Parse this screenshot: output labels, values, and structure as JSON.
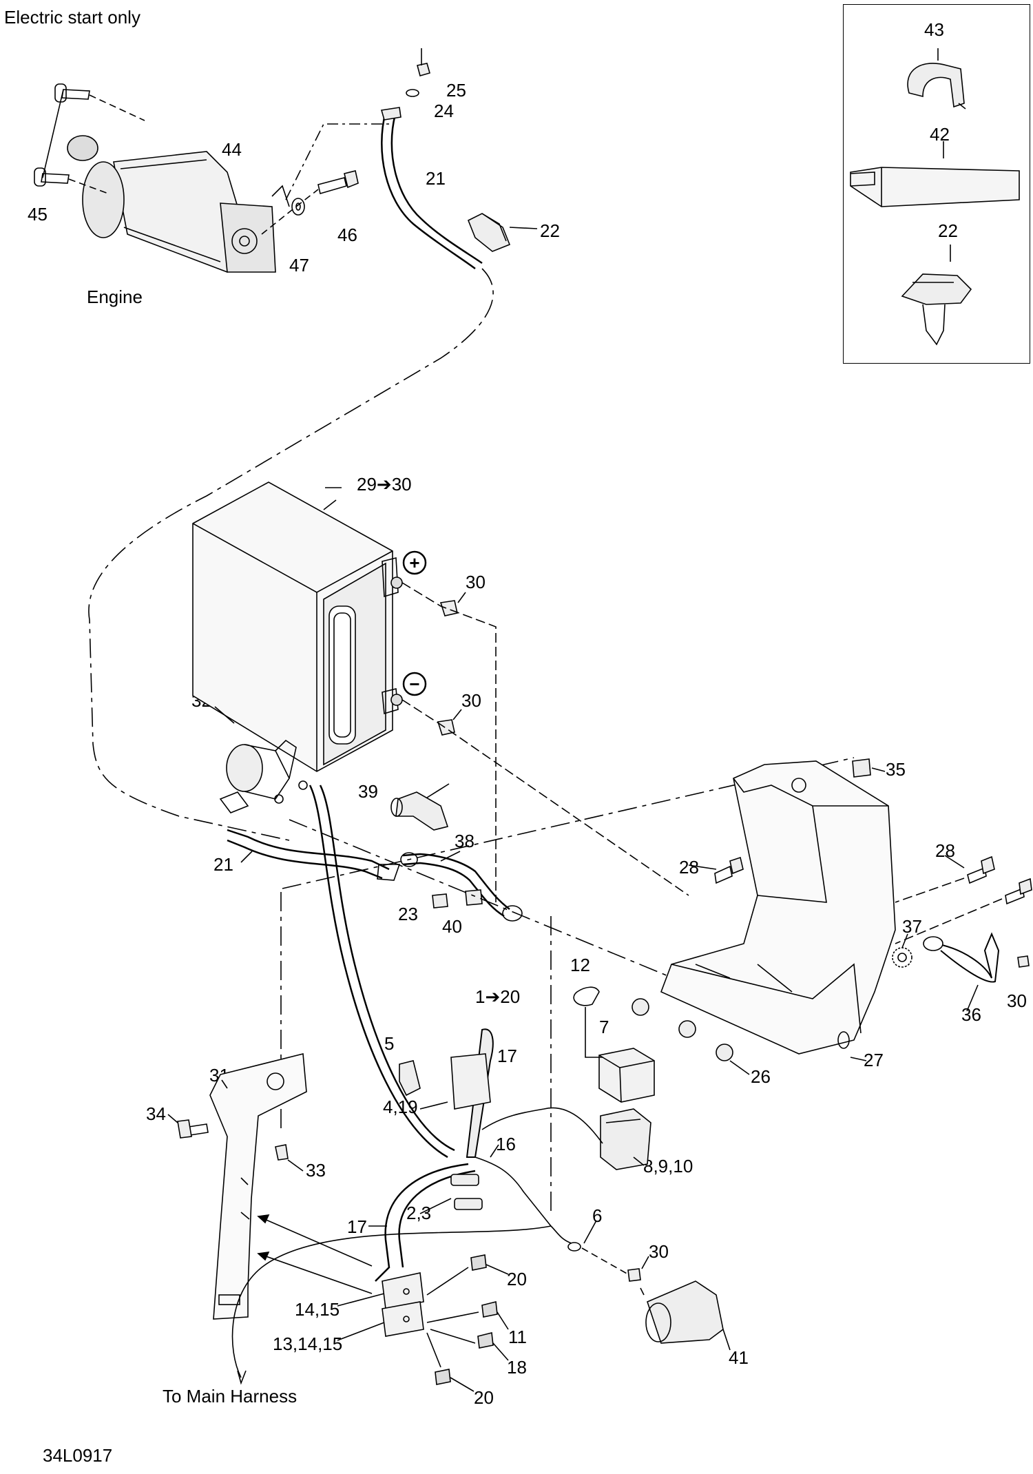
{
  "header": {
    "title": "Electric start only"
  },
  "labels": {
    "engine": "Engine",
    "main_harness": "To Main Harness"
  },
  "figure_id": "34L0917",
  "polarity": {
    "positive": "+",
    "negative": "−"
  },
  "callouts": [
    {
      "id": "c43",
      "text": "43"
    },
    {
      "id": "c42",
      "text": "42"
    },
    {
      "id": "c22a",
      "text": "22"
    },
    {
      "id": "c25",
      "text": "25"
    },
    {
      "id": "c24",
      "text": "24"
    },
    {
      "id": "c21a",
      "text": "21"
    },
    {
      "id": "c22b",
      "text": "22"
    },
    {
      "id": "c44",
      "text": "44"
    },
    {
      "id": "c45",
      "text": "45"
    },
    {
      "id": "c46",
      "text": "46"
    },
    {
      "id": "c47",
      "text": "47"
    },
    {
      "id": "c2930",
      "text": "29➔30"
    },
    {
      "id": "c30a",
      "text": "30"
    },
    {
      "id": "c30b",
      "text": "30"
    },
    {
      "id": "c35",
      "text": "35"
    },
    {
      "id": "c32",
      "text": "32"
    },
    {
      "id": "c39",
      "text": "39"
    },
    {
      "id": "c38",
      "text": "38"
    },
    {
      "id": "c21b",
      "text": "21"
    },
    {
      "id": "c28a",
      "text": "28"
    },
    {
      "id": "c28b",
      "text": "28"
    },
    {
      "id": "c23",
      "text": "23"
    },
    {
      "id": "c40",
      "text": "40"
    },
    {
      "id": "c37",
      "text": "37"
    },
    {
      "id": "c12",
      "text": "12"
    },
    {
      "id": "c120",
      "text": "1➔20"
    },
    {
      "id": "c30c",
      "text": "30"
    },
    {
      "id": "c36",
      "text": "36"
    },
    {
      "id": "c7",
      "text": "7"
    },
    {
      "id": "c5",
      "text": "5"
    },
    {
      "id": "c17a",
      "text": "17"
    },
    {
      "id": "c27",
      "text": "27"
    },
    {
      "id": "c26",
      "text": "26"
    },
    {
      "id": "c31",
      "text": "31"
    },
    {
      "id": "c419",
      "text": "4,19"
    },
    {
      "id": "c34",
      "text": "34"
    },
    {
      "id": "c16",
      "text": "16"
    },
    {
      "id": "c8910",
      "text": "8,9,10"
    },
    {
      "id": "c33",
      "text": "33"
    },
    {
      "id": "c23b",
      "text": "2,3"
    },
    {
      "id": "c17b",
      "text": "17"
    },
    {
      "id": "c6",
      "text": "6"
    },
    {
      "id": "c30d",
      "text": "30"
    },
    {
      "id": "c20a",
      "text": "20"
    },
    {
      "id": "c1415",
      "text": "14,15"
    },
    {
      "id": "c11",
      "text": "11"
    },
    {
      "id": "c131415",
      "text": "13,14,15"
    },
    {
      "id": "c41",
      "text": "41"
    },
    {
      "id": "c18",
      "text": "18"
    },
    {
      "id": "c20b",
      "text": "20"
    }
  ]
}
